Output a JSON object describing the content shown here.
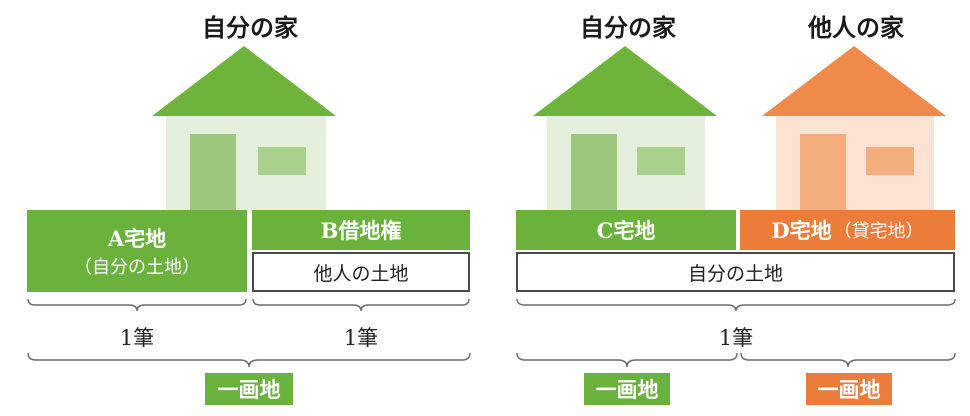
{
  "left": {
    "title": "自分の家",
    "lot_a": {
      "name": "A宅地",
      "sub": "（自分の土地）"
    },
    "lot_b": {
      "name": "B借地権",
      "land": "他人の土地"
    },
    "count_a": "1筆",
    "count_b": "1筆",
    "parcel": "一画地"
  },
  "right": {
    "title_c": "自分の家",
    "title_d": "他人の家",
    "lot_c": {
      "name": "C宅地"
    },
    "lot_d": {
      "name": "D宅地",
      "sub": "（貸宅地）"
    },
    "land": "自分の土地",
    "count": "1筆",
    "parcel_c": "一画地",
    "parcel_d": "一画地"
  },
  "colors": {
    "green": "#6ab23c",
    "orange": "#ec7c3a",
    "green_house_wall": "#e4efdc",
    "orange_house_wall": "#fbe3d3"
  }
}
